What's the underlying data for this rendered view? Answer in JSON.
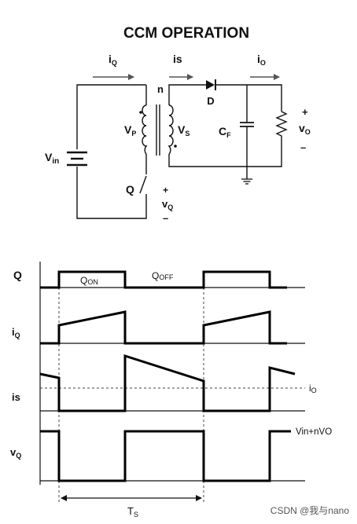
{
  "title": "CCM OPERATION",
  "circuit": {
    "current_labels": {
      "iq": {
        "main": "i",
        "sub": "Q"
      },
      "is": {
        "main": "is",
        "sub": ""
      },
      "io": {
        "main": "i",
        "sub": "O"
      }
    },
    "turns_ratio": "n",
    "diode": "D",
    "vin": {
      "main": "V",
      "sub": "in"
    },
    "vp": {
      "main": "V",
      "sub": "P"
    },
    "vs": {
      "main": "V",
      "sub": "S"
    },
    "cf": {
      "main": "C",
      "sub": "F"
    },
    "vo": {
      "main": "v",
      "sub": "O"
    },
    "switch": "Q",
    "vq": {
      "main": "v",
      "sub": "Q"
    },
    "plus": "+",
    "minus": "–"
  },
  "waveforms": {
    "row_labels": {
      "q": {
        "main": "Q",
        "sub": ""
      },
      "iq": {
        "main": "i",
        "sub": "Q"
      },
      "is": {
        "main": "is",
        "sub": ""
      },
      "vq": {
        "main": "v",
        "sub": "Q"
      }
    },
    "q_on": {
      "main": "Q",
      "sub": "ON"
    },
    "q_off": {
      "main": "Q",
      "sub": "OFF"
    },
    "io_level": {
      "main": "i",
      "sub": "O"
    },
    "vq_high": "Vin+nVO",
    "period": {
      "main": "T",
      "sub": "S"
    }
  },
  "watermark": "CSDN @我与nano"
}
